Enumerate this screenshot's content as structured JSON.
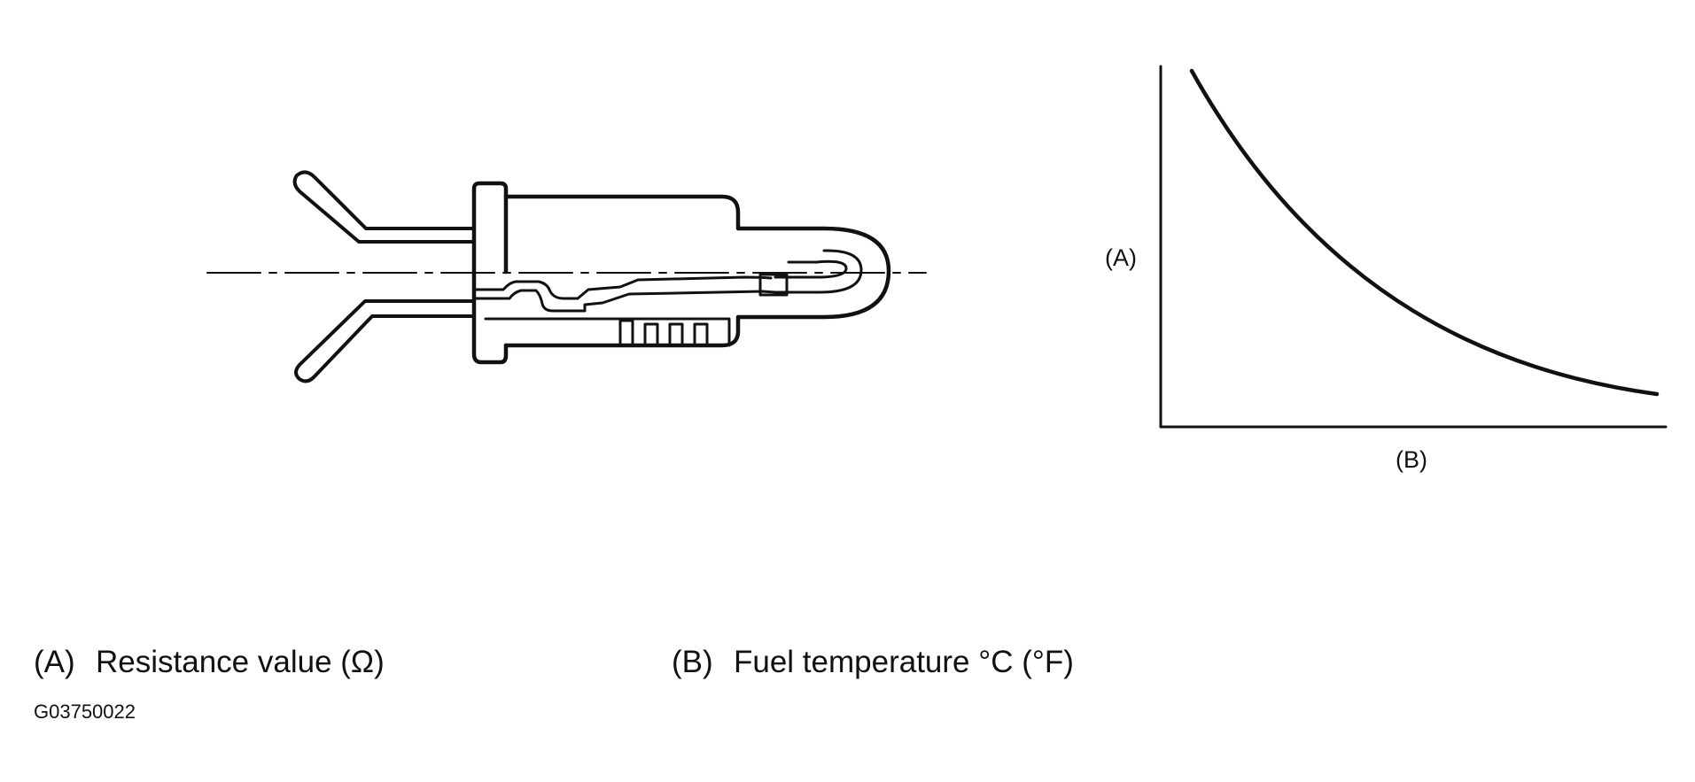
{
  "graph": {
    "y_axis_label": "(A)",
    "x_axis_label": "(B)"
  },
  "legend": {
    "a_key": "(A)",
    "a_text": "Resistance value (Ω)",
    "b_key": "(B)",
    "b_text": "Fuel temperature °C (°F)"
  },
  "figure_code": "G03750022",
  "colors": {
    "line": "#111111",
    "background": "#ffffff"
  }
}
